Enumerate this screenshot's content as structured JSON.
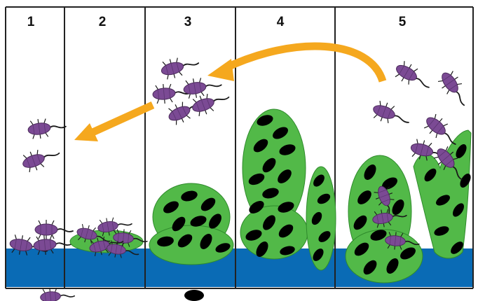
{
  "panels": [
    {
      "label": "1"
    },
    {
      "label": "2"
    },
    {
      "label": "3"
    },
    {
      "label": "4"
    },
    {
      "label": "5"
    }
  ],
  "colors": {
    "substrate": "#0a6bb5",
    "biofilm": "#52b948",
    "biofilm_outline": "#2f8a2c",
    "cell": "#7b4a94",
    "cell_dark": "#4a2a5a",
    "flagella": "#1a1a1a",
    "arrow": "#f5a81e",
    "divider": "#222222"
  },
  "legend_icons": [
    "bacterium-icon",
    "embedded-cell-icon"
  ]
}
